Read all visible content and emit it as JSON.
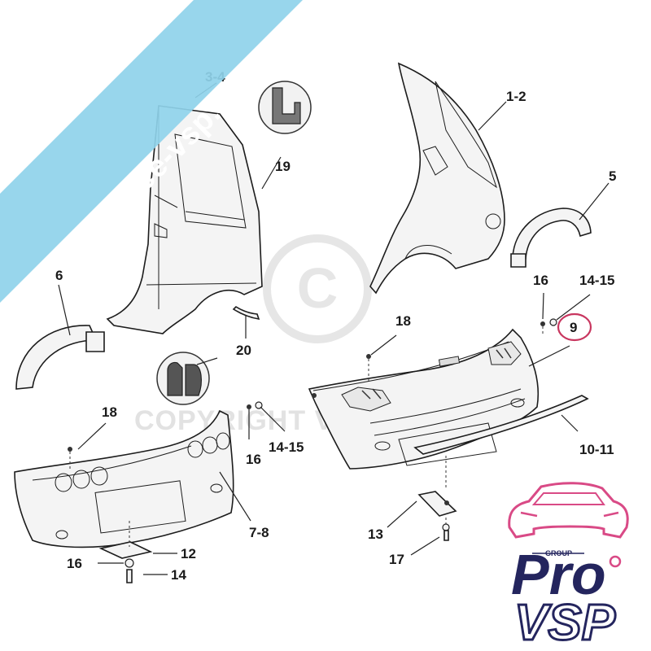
{
  "watermark": {
    "site": "pro-piece-vsp.com",
    "copyright": "COPYRIGHT   VSP",
    "banner_color": "#8fd3ea"
  },
  "callouts": {
    "c1": "1-2",
    "c2": "3-4",
    "c3": "5",
    "c4": "6",
    "c5": "19",
    "c6": "20",
    "c7": "16",
    "c8": "14-15",
    "c9": "9",
    "c10": "18",
    "c11": "10-11",
    "c12": "18",
    "c13": "16",
    "c14": "14-15",
    "c15": "7-8",
    "c16": "12",
    "c17": "16",
    "c18": "14",
    "c19": "13",
    "c20": "17"
  },
  "highlight_color": "#c8365f",
  "logo": {
    "group": "GROUP",
    "pro": "Pro",
    "vsp": "VSP",
    "primary_color": "#24255e",
    "accent_color": "#d94a86"
  }
}
